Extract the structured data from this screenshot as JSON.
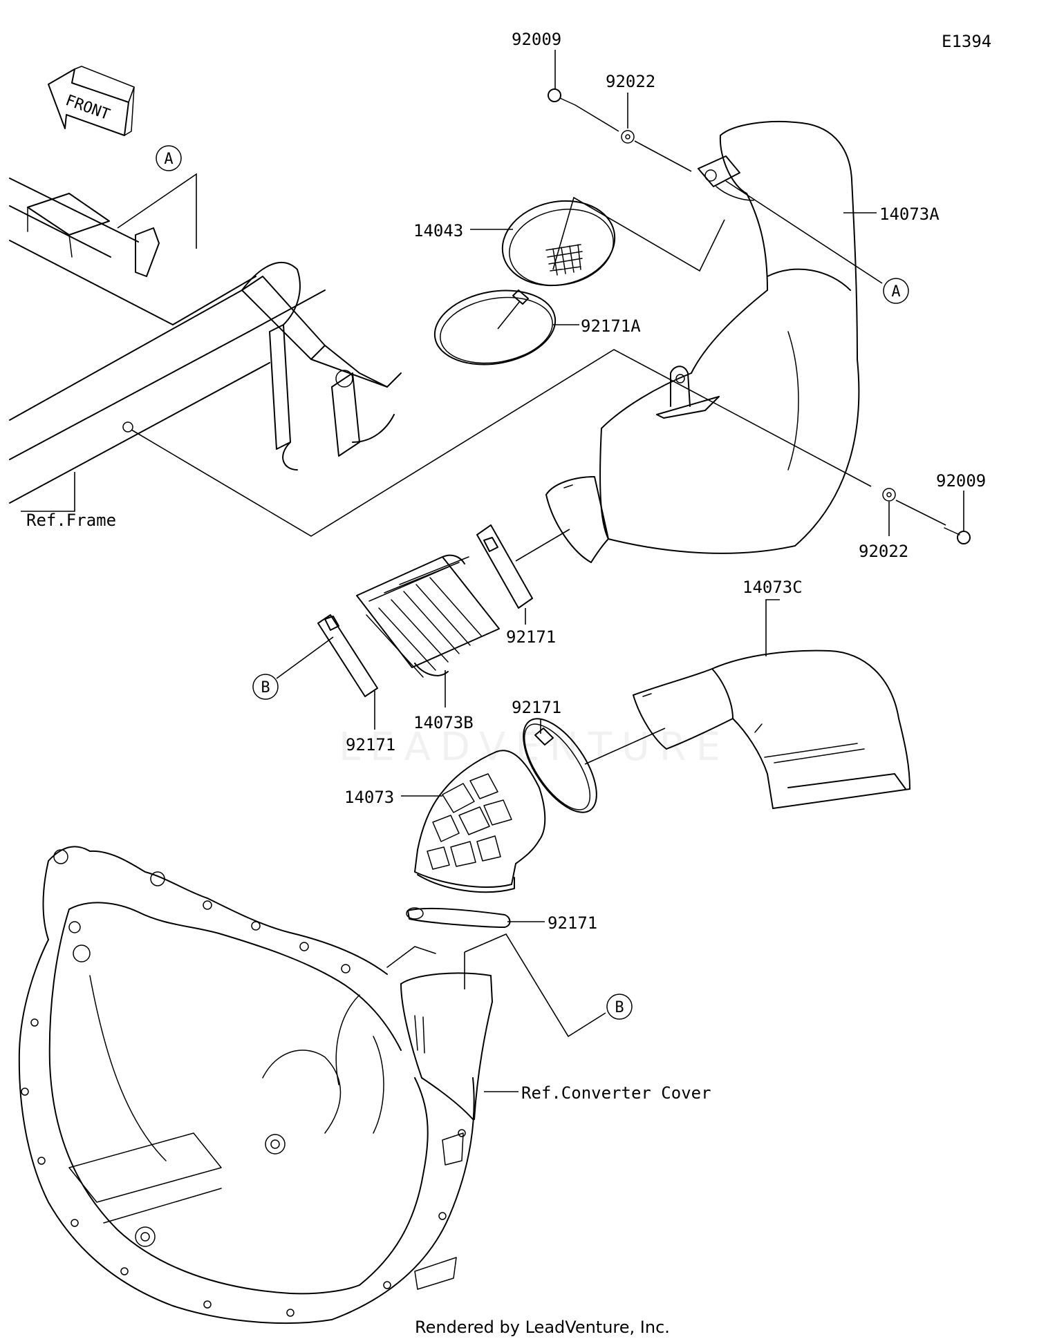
{
  "diagram_id": "E1394",
  "front_label": "FRONT",
  "callouts": {
    "a": "A",
    "b": "B"
  },
  "parts": {
    "bolt_top": "92009",
    "washer_top": "92022",
    "duct_upper": "14073A",
    "screen": "14043",
    "clamp_large": "92171A",
    "bolt_right": "92009",
    "washer_right": "92022",
    "duct_side": "14073C",
    "boot": "14073B",
    "clamp_1": "92171",
    "clamp_2": "92171",
    "clamp_3": "92171",
    "clamp_4": "92171",
    "elbow": "14073"
  },
  "refs": {
    "frame": "Ref.Frame",
    "converter_cover": "Ref.Converter Cover"
  },
  "watermark": "LEADVENTURE",
  "footer": "Rendered by LeadVenture, Inc."
}
